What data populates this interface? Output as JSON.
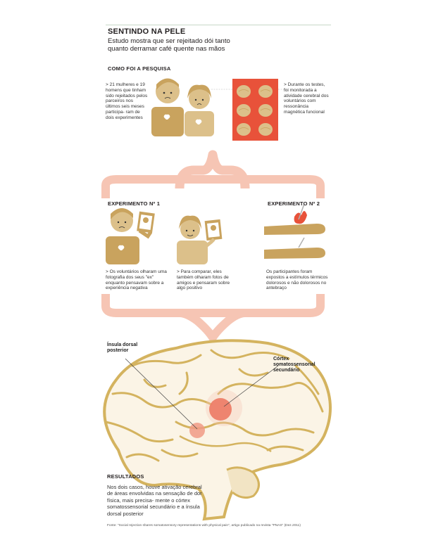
{
  "header": {
    "title": "SENTINDO NA PELE",
    "subtitle": "Estudo mostra que ser rejeitado dói tanto quanto derramar café quente nas mãos"
  },
  "method": {
    "heading": "COMO FOI A PESQUISA",
    "participants_text": "> 21 mulheres e 19 homens que tinham sido rejeitados pelos parceiros nos últimos seis meses participa- ram de dois experimentes",
    "monitoring_text": "> Durante os testes, foi monitorada a atividade cerebral dos voluntários com ressonância magnética funcional"
  },
  "experiment1": {
    "heading": "EXPERIMENTO Nº 1",
    "text_a": "> Os voluntários olharam uma fotografia dos seus \"ex\" enquanto pensavam sobre a experiência negativa",
    "text_b": "> Para comparar, eles também olharam fotos de amigos e pensaram sobre algo positivo"
  },
  "experiment2": {
    "heading": "EXPERIMENTO Nº 2",
    "text": "Os participantes foram expostos a estímulos térmicos dolorosos e não dolorosos no antebraço"
  },
  "brain": {
    "label_insula": "Ínsula dorsal posterior",
    "label_cortex": "Córtex somatossensorial secundário"
  },
  "results": {
    "heading": "RESULTADOS",
    "text": "Nos dois casos, houve ativação cerebral de áreas envolvidas na sensação de dor física, mais precisa- mente o córtex somatossensorial secundário e a ínsula dorsal posterior"
  },
  "source": "Fonte: \"Social rejection shares somatosensory representations with physical pain\", artigo publicado na revista \"PNAS\" (Dez.2011)",
  "colors": {
    "gold": "#c9a35e",
    "gold_light": "#dcc08a",
    "salmon": "#f6c5b4",
    "red": "#e8523a",
    "brain_line": "#d4b35f"
  },
  "icons": [
    "couple-icon",
    "brain-scan-grid-icon",
    "person-with-photo-icon",
    "arm-heat-icon",
    "brain-icon"
  ]
}
